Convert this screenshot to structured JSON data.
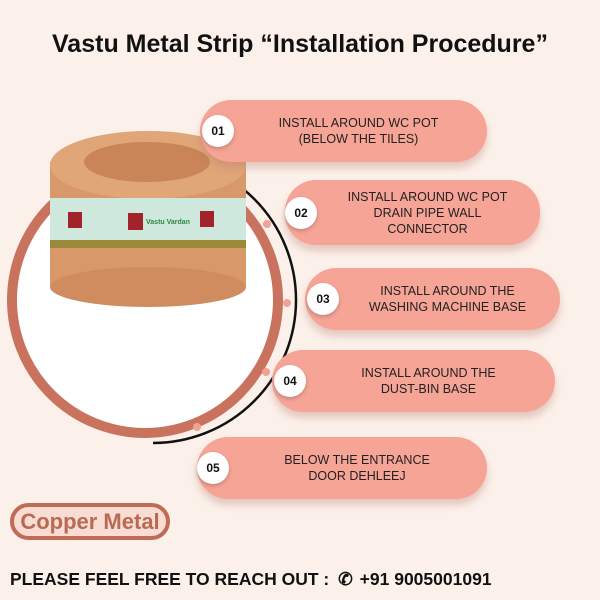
{
  "title": "Vastu Metal Strip “Installation Procedure”",
  "steps": [
    {
      "number": "01",
      "text": "INSTALL AROUND WC POT\n(BELOW THE TILES)"
    },
    {
      "number": "02",
      "text": "INSTALL AROUND WC POT\nDRAIN PIPE WALL\nCONNECTOR"
    },
    {
      "number": "03",
      "text": "INSTALL AROUND THE\nWASHING MACHINE BASE"
    },
    {
      "number": "04",
      "text": "INSTALL AROUND THE\nDUST-BIN BASE"
    },
    {
      "number": "05",
      "text": "BELOW THE ENTRANCE\nDOOR DEHLEEJ"
    }
  ],
  "product_label": "Copper Metal",
  "product_logo_text": "Vastu Vardan",
  "footer": {
    "text": "PLEASE FEEL FREE TO REACH OUT :",
    "icon": "phone-icon",
    "phone": "+91 9005001091"
  },
  "colors": {
    "background": "#fcf1ea",
    "pill": "#f6a496",
    "ring": "#c9735f",
    "copper": "#d99a6c"
  }
}
